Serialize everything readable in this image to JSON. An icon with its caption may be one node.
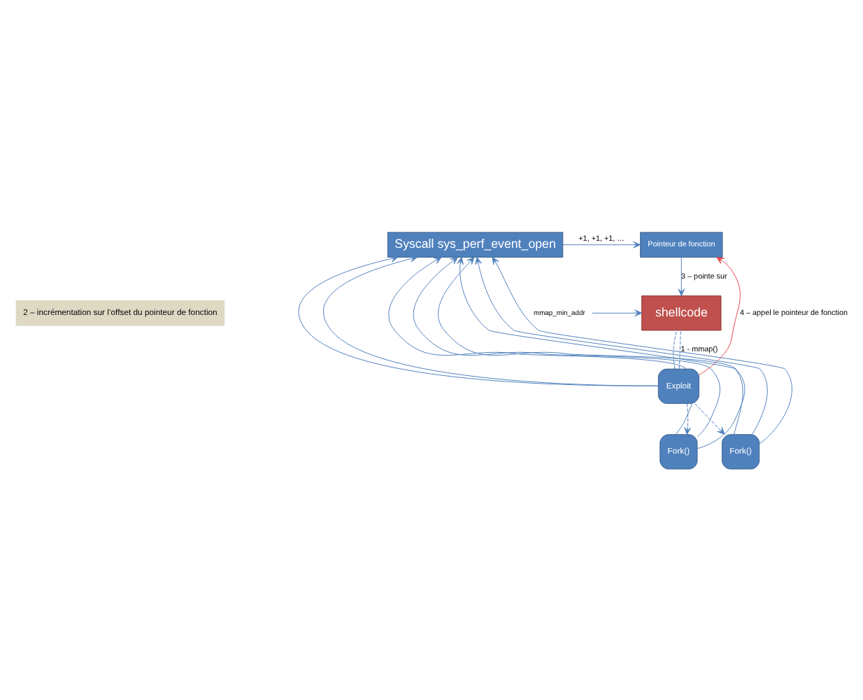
{
  "diagram": {
    "nodes": [
      {
        "text": [
          "Syscall sys_perf_event_open"
        ]
      },
      {
        "text": [
          "2 – incrémentation sur l’offset du pointeur de fonction"
        ]
      },
      {
        "text": [
          "Pointeur de fonction"
        ]
      },
      {
        "text": [
          "shellcode"
        ]
      },
      {
        "text": [
          "Exploit"
        ]
      },
      {
        "text": [
          "Fork()"
        ]
      },
      {
        "text": [
          "Fork()"
        ]
      },
      {
        "text": [
          "mmap_min_addr"
        ]
      }
    ],
    "edges": [
      {
        "from": 0,
        "to": 2,
        "arrow": "to",
        "label": "+1, +1, +1, …"
      },
      {
        "from": 5,
        "to": 0,
        "arrow": "to"
      },
      {
        "from": 5,
        "to": 0,
        "arrow": "to"
      },
      {
        "from": 5,
        "to": 0,
        "arrow": "to"
      },
      {
        "from": 4,
        "to": 0,
        "arrow": "to"
      },
      {
        "from": 4,
        "to": 0,
        "arrow": "to"
      },
      {
        "from": 6,
        "to": 0,
        "arrow": "to"
      },
      {
        "from": 6,
        "to": 0,
        "arrow": "to"
      },
      {
        "from": 6,
        "to": 0,
        "arrow": "to"
      },
      {
        "from": 2,
        "to": 3,
        "arrow": "to",
        "label": "3 – pointe sur"
      },
      {
        "from": 4,
        "to": 3,
        "arrow": "none",
        "style": "dashed",
        "label": "1 - mmap()"
      },
      {
        "from": 4,
        "to": 3,
        "arrow": "none",
        "style": "dashed"
      },
      {
        "from": 4,
        "to": 2,
        "arrow": "to",
        "color": "#e8474c",
        "label": "4 – appel le pointeur de fonction"
      },
      {
        "from": 4,
        "to": 5,
        "arrow": "to",
        "style": "dashed"
      },
      {
        "from": 4,
        "to": 6,
        "arrow": "to",
        "style": "dashed"
      },
      {
        "from": 7,
        "to": 3,
        "arrow": "to"
      }
    ]
  }
}
